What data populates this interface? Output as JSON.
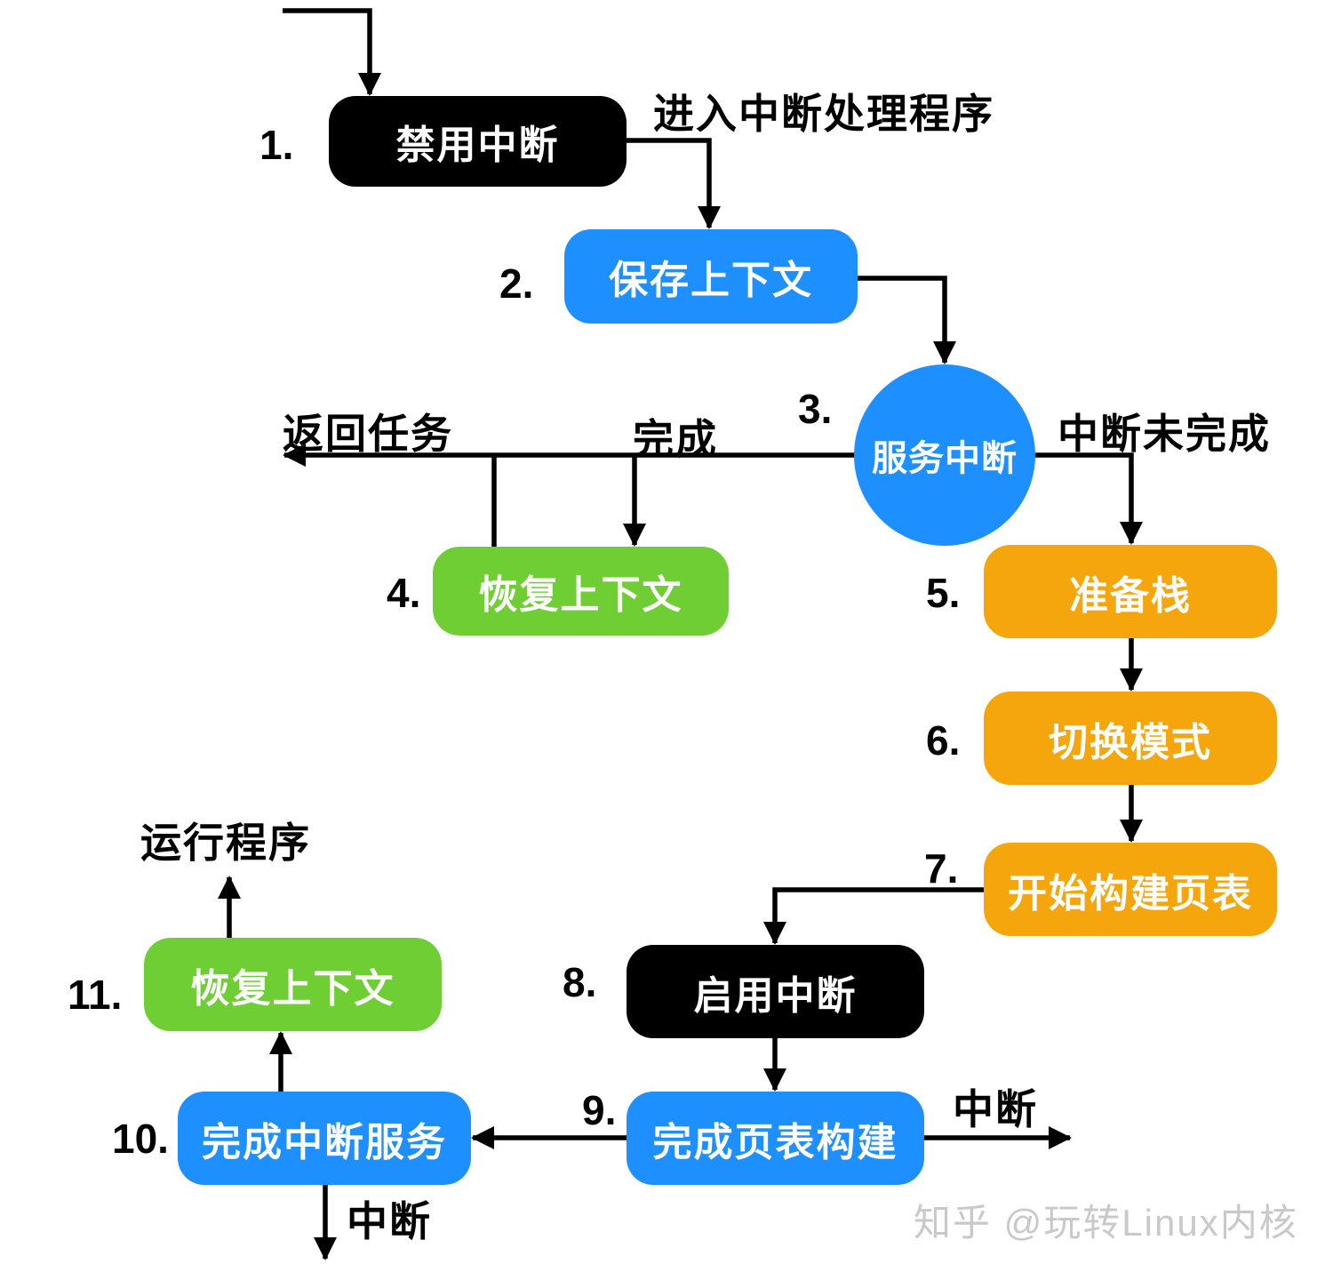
{
  "colors": {
    "background": "#FFFFFF",
    "black_node": "#000000",
    "blue_node": "#1E8FFF",
    "green_node": "#6FCE34",
    "orange_node": "#F5A60C",
    "node_text": "#FFFFFF",
    "label_text": "#000000",
    "arrow": "#000000",
    "watermark": "#C9C9C9"
  },
  "nodes": {
    "n1": {
      "num": "1.",
      "label": "禁用中断"
    },
    "n2": {
      "num": "2.",
      "label": "保存上下文"
    },
    "n3": {
      "num": "3.",
      "label": "服务中断"
    },
    "n4": {
      "num": "4.",
      "label": "恢复上下文"
    },
    "n5": {
      "num": "5.",
      "label": "准备栈"
    },
    "n6": {
      "num": "6.",
      "label": "切换模式"
    },
    "n7": {
      "num": "7.",
      "label": "开始构建页表"
    },
    "n8": {
      "num": "8.",
      "label": "启用中断"
    },
    "n9": {
      "num": "9.",
      "label": "完成页表构建"
    },
    "n10": {
      "num": "10.",
      "label": "完成中断服务"
    },
    "n11": {
      "num": "11.",
      "label": "恢复上下文"
    }
  },
  "edge_labels": {
    "enter_handler": "进入中断处理程序",
    "return_task": "返回任务",
    "done": "完成",
    "interrupt_not_done": "中断未完成",
    "run_program": "运行程序",
    "interrupt_right": "中断",
    "interrupt_bottom": "中断"
  },
  "watermark": "知乎 @玩转Linux内核"
}
